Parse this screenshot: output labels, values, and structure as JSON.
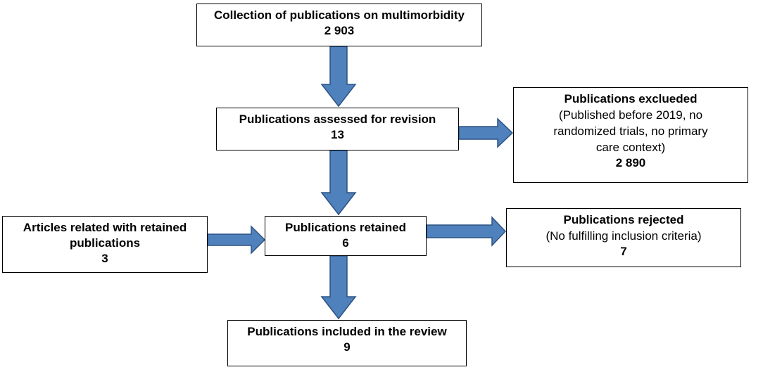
{
  "flowchart": {
    "collection": {
      "title": "Collection of publications on multimorbidity",
      "count": "2 903"
    },
    "assessed": {
      "title": "Publications assessed for revision",
      "count": "13"
    },
    "excluded": {
      "title": "Publications exclueded",
      "desc_line1": "(Published before 2019, no",
      "desc_line2": "randomized trials, no primary",
      "desc_line3": "care context)",
      "count": "2 890"
    },
    "related": {
      "title_line1": "Articles related with retained",
      "title_line2": "publications",
      "count": "3"
    },
    "retained": {
      "title": "Publications retained",
      "count": "6"
    },
    "rejected": {
      "title": "Publications rejected",
      "desc": "(No fulfilling inclusion criteria)",
      "count": "7"
    },
    "included": {
      "title": "Publications included in the review",
      "count": "9"
    }
  },
  "colors": {
    "arrow_fill": "#4f81bd",
    "arrow_stroke": "#2c5282",
    "box_border": "#000000"
  }
}
